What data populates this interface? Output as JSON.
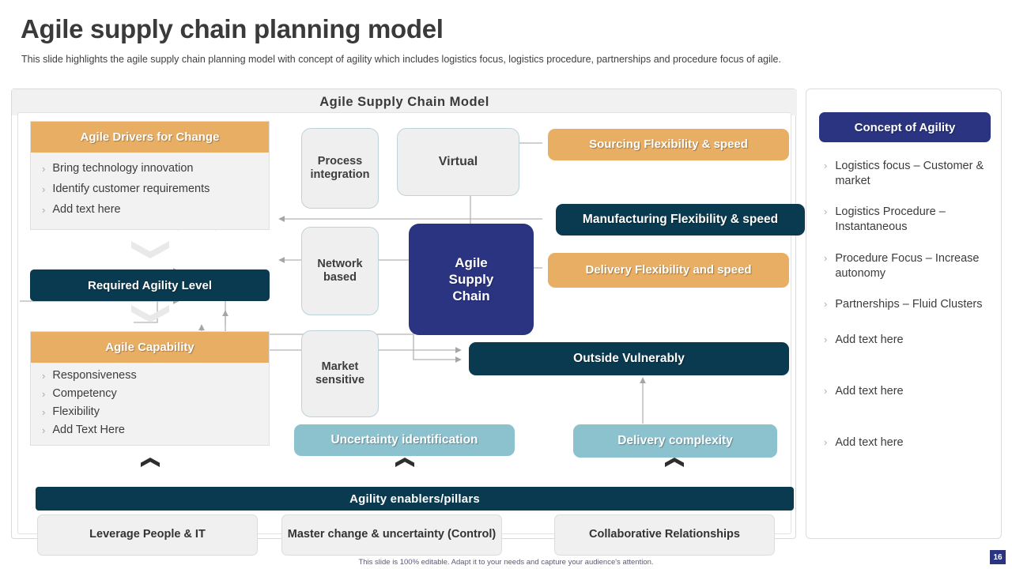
{
  "header": {
    "title": "Agile supply chain planning model",
    "subtitle": "This slide highlights the agile supply chain planning model with concept of agility which includes logistics focus, logistics procedure, partnerships and procedure focus of agile."
  },
  "model": {
    "header_title": "Agile Supply Chain Model",
    "hub": "Agile Supply Chain",
    "nodes": {
      "process_integration": "Process integration",
      "virtual": "Virtual",
      "network_based": "Network based",
      "market_sensitive": "Market sensitive"
    },
    "right_boxes": [
      {
        "label": "Sourcing Flexibility & speed",
        "color": "#e8ae63"
      },
      {
        "label": "Manufacturing Flexibility & speed",
        "color": "#0a3a4f"
      },
      {
        "label": "Delivery Flexibility and speed",
        "color": "#e8ae63"
      },
      {
        "label": "Outside Vulnerably",
        "color": "#0a3a4f"
      }
    ],
    "lower_boxes": [
      {
        "label": "Uncertainty identification",
        "color": "#8cc2ce"
      },
      {
        "label": "Delivery complexity",
        "color": "#8cc2ce"
      }
    ],
    "agility_bar": "Agility enablers/pillars",
    "enablers": [
      "Leverage People & IT",
      "Master change & uncertainty (Control)",
      "Collaborative Relationships"
    ]
  },
  "left": {
    "drivers": {
      "title": "Agile Drivers for Change",
      "items": [
        "Bring technology innovation",
        "Identify customer requirements",
        "Add text here"
      ]
    },
    "required_level": "Required Agility Level",
    "capability": {
      "title": "Agile Capability",
      "items": [
        "Responsiveness",
        "Competency",
        "Flexibility",
        "Add Text Here"
      ]
    }
  },
  "sidebar": {
    "title": "Concept of Agility",
    "items": [
      "Logistics focus – Customer & market",
      "Logistics Procedure – Instantaneous",
      "Procedure Focus – Increase autonomy",
      "Partnerships – Fluid Clusters",
      "Add text here",
      "Add text here",
      "Add text here"
    ]
  },
  "footer": {
    "note": "This slide is 100% editable. Adapt it to your needs and capture your audience's attention.",
    "page_number": "16"
  },
  "colors": {
    "orange": "#e8ae63",
    "teal": "#0a3a4f",
    "navy": "#2a3480",
    "light_blue": "#8cc2ce"
  }
}
